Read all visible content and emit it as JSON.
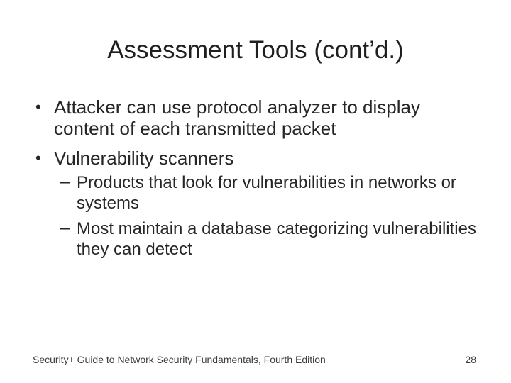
{
  "slide": {
    "title": "Assessment Tools (cont’d.)",
    "bullets": [
      {
        "marker": "•",
        "text": "Attacker can use protocol analyzer to display content of each transmitted packet",
        "children": []
      },
      {
        "marker": "•",
        "text": "Vulnerability scanners",
        "children": [
          {
            "marker": "–",
            "text": "Products that look for vulnerabilities in networks or systems"
          },
          {
            "marker": "–",
            "text": "Most maintain a database categorizing vulnerabilities they can detect"
          }
        ]
      }
    ],
    "footer": {
      "left_text": "Security+ Guide to Network Security Fundamentals, Fourth Edition",
      "page_number": "28"
    },
    "colors": {
      "background": "#ffffff",
      "title_text": "#1f1f1f",
      "body_text": "#262626",
      "footer_text": "#3d3d3d"
    }
  }
}
